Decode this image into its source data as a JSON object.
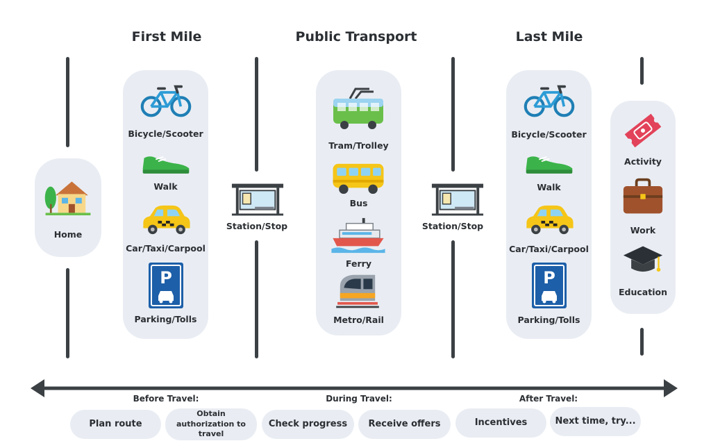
{
  "headings": {
    "first_mile": "First Mile",
    "public_transport": "Public Transport",
    "last_mile": "Last Mile"
  },
  "home": {
    "label": "Home",
    "icon": "house-icon"
  },
  "first_mile": [
    {
      "label": "Bicycle/Scooter",
      "icon": "bicycle-icon"
    },
    {
      "label": "Walk",
      "icon": "shoe-icon"
    },
    {
      "label": "Car/Taxi/Carpool",
      "icon": "taxi-icon"
    },
    {
      "label": "Parking/Tolls",
      "icon": "parking-icon"
    }
  ],
  "station_left": {
    "label": "Station/Stop",
    "icon": "bus-shelter-icon"
  },
  "public_transport": [
    {
      "label": "Tram/Trolley",
      "icon": "trolley-icon"
    },
    {
      "label": "Bus",
      "icon": "bus-icon"
    },
    {
      "label": "Ferry",
      "icon": "ferry-icon"
    },
    {
      "label": "Metro/Rail",
      "icon": "metro-icon"
    }
  ],
  "station_right": {
    "label": "Station/Stop",
    "icon": "bus-shelter-icon"
  },
  "last_mile": [
    {
      "label": "Bicycle/Scooter",
      "icon": "bicycle-icon"
    },
    {
      "label": "Walk",
      "icon": "shoe-icon"
    },
    {
      "label": "Car/Taxi/Carpool",
      "icon": "taxi-icon"
    },
    {
      "label": "Parking/Tolls",
      "icon": "parking-icon"
    }
  ],
  "destinations": [
    {
      "label": "Activity",
      "icon": "ticket-icon"
    },
    {
      "label": "Work",
      "icon": "briefcase-icon"
    },
    {
      "label": "Education",
      "icon": "graduation-cap-icon"
    }
  ],
  "phases": {
    "before": "Before Travel:",
    "during": "During Travel:",
    "after": "After Travel:"
  },
  "actions": [
    "Plan route",
    "Obtain authorization to travel",
    "Check progress",
    "Receive offers",
    "Incentives",
    "Next time, try..."
  ],
  "colors": {
    "panel": "#e9edf3",
    "line": "#3b4044",
    "bike": "#2d9cd6",
    "shoe": "#3cb34a",
    "taxi": "#f5c518",
    "parking": "#1d5fa8"
  }
}
